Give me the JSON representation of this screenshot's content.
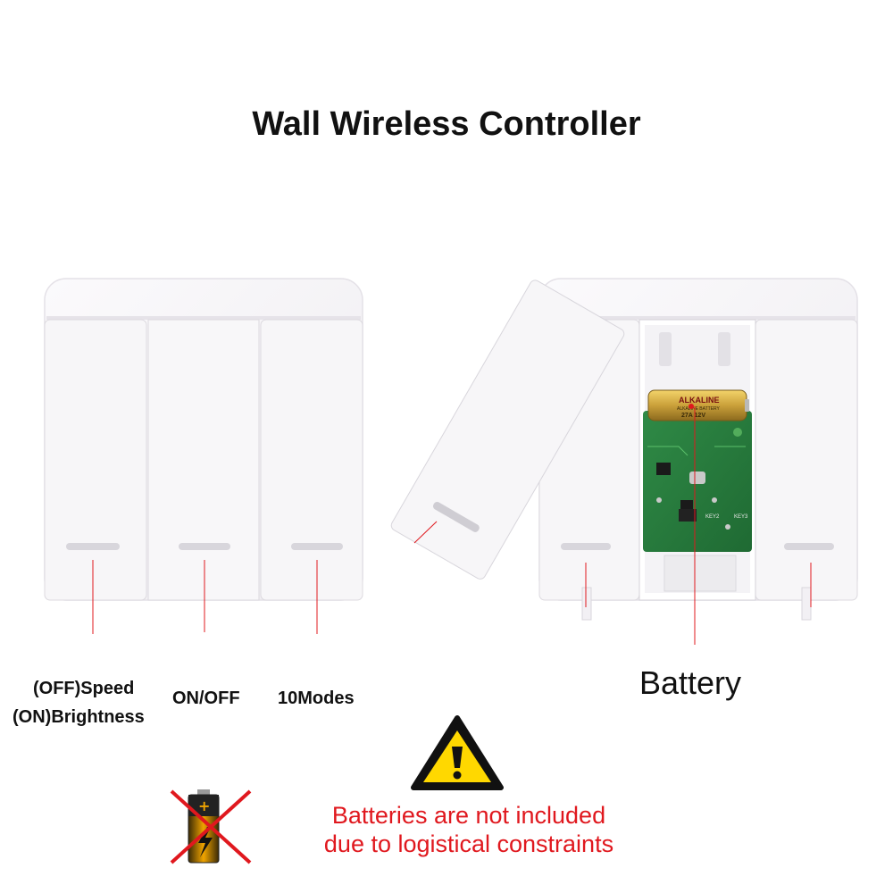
{
  "title": "Wall Wireless Controller",
  "labels": {
    "left_line1": "(OFF)Speed",
    "left_line2": "(ON)Brightness",
    "middle": "ON/OFF",
    "right": "10Modes",
    "battery": "Battery"
  },
  "battery_print": {
    "brand": "ALKALINE",
    "type": "ALKALINE BATTERY",
    "model": "27A 12V"
  },
  "pcb_print": {
    "key2": "KEY2",
    "key3": "KEY3"
  },
  "warning": {
    "line1": "Batteries are not included",
    "line2": "due to logistical constraints"
  },
  "icons": {
    "warning": "warning-triangle-icon",
    "no_battery": "no-battery-icon"
  },
  "colors": {
    "accent_red": "#e0181e",
    "warning_yellow": "#ffd800",
    "panel": "#f6f4f7"
  }
}
